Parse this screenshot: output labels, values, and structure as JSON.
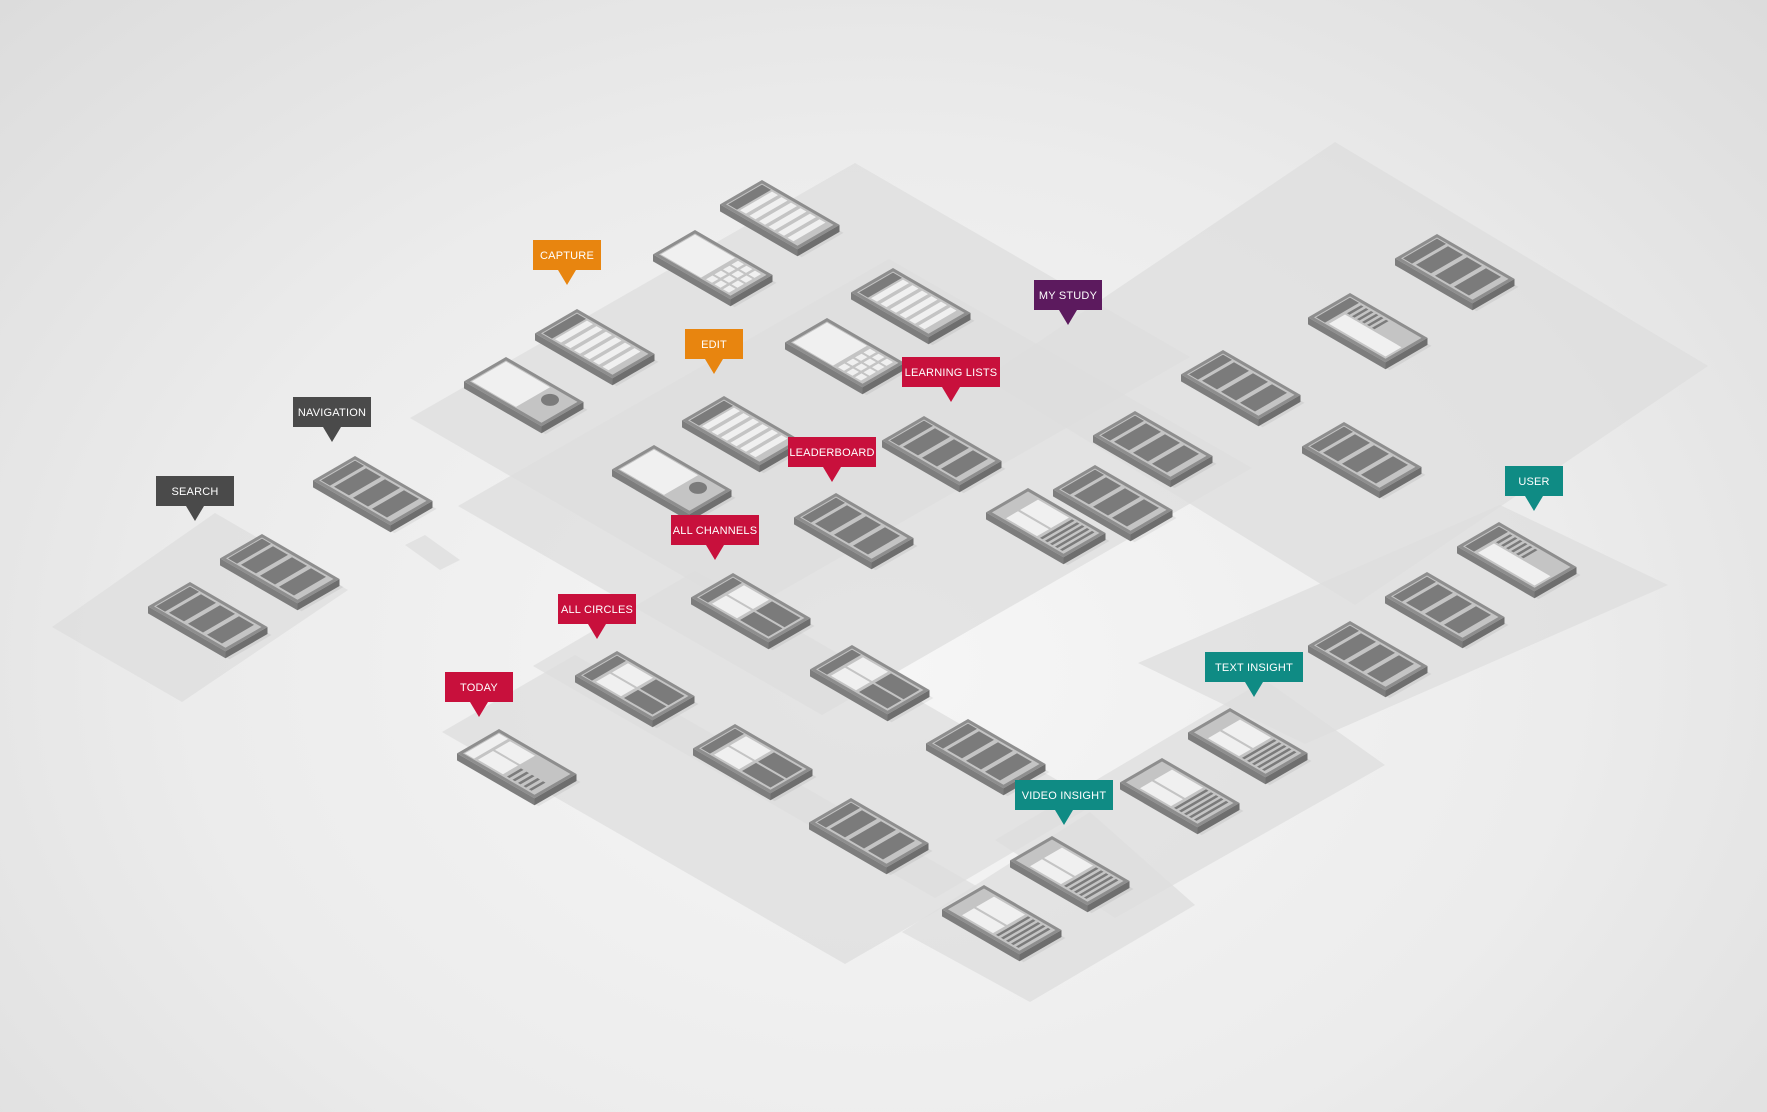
{
  "colors": {
    "gray": "#4a4a4a",
    "orange": "#e8850f",
    "crimson": "#c8103c",
    "purple": "#5c1a5e",
    "teal": "#0f8b84",
    "platform": "#dedede",
    "board_top": "#8e8e8e",
    "board_side": "#6e6e6e",
    "screen_light": "#f0f0f0",
    "screen_mid": "#c4c4c4",
    "screen_dark": "#7b7b7b"
  },
  "tags": [
    {
      "id": "search",
      "label": "SEARCH",
      "color": "gray"
    },
    {
      "id": "navigation",
      "label": "NAVIGATION",
      "color": "gray"
    },
    {
      "id": "capture",
      "label": "CAPTURE",
      "color": "orange"
    },
    {
      "id": "edit",
      "label": "EDIT",
      "color": "orange"
    },
    {
      "id": "my-study",
      "label": "MY STUDY",
      "color": "purple"
    },
    {
      "id": "learning-lists",
      "label": "LEARNING LISTS",
      "color": "crimson"
    },
    {
      "id": "leaderboard",
      "label": "LEADERBOARD",
      "color": "crimson"
    },
    {
      "id": "all-channels",
      "label": "ALL CHANNELS",
      "color": "crimson"
    },
    {
      "id": "all-circles",
      "label": "ALL CIRCLES",
      "color": "crimson"
    },
    {
      "id": "today",
      "label": "TODAY",
      "color": "crimson"
    },
    {
      "id": "user",
      "label": "USER",
      "color": "teal"
    },
    {
      "id": "text-insight",
      "label": "TEXT INSIGHT",
      "color": "teal"
    },
    {
      "id": "video-insight",
      "label": "VIDEO INSIGHT",
      "color": "teal"
    }
  ]
}
